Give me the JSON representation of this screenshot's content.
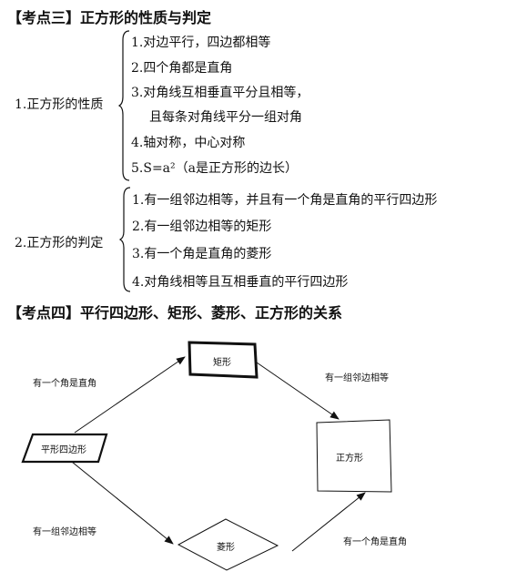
{
  "section3": {
    "heading": "【考点三】正方形的性质与判定",
    "properties": {
      "label": "1.正方形的性质",
      "items": [
        "1.对边平行，四边都相等",
        "2.四个角都是直角",
        "3.对角线互相垂直平分且相等，",
        "且每条对角线平分一组对角",
        "4.轴对称，中心对称",
        "5.S=a²（a是正方形的边长）"
      ]
    },
    "judgement": {
      "label": "2.正方形的判定",
      "items": [
        "1.有一组邻边相等，并且有一个角是直角的平行四边形",
        "2.有一组邻边相等的矩形",
        "3.有一个角是直角的菱形",
        "4.对角线相等且互相垂直的平行四边形"
      ]
    }
  },
  "section4": {
    "heading": "【考点四】平行四边形、矩形、菱形、正方形的关系"
  },
  "diagram": {
    "nodes": {
      "parallelogram": "平形四边形",
      "rectangle": "矩形",
      "rhombus": "菱形",
      "square": "正方形"
    },
    "edges": {
      "para_to_rect": "有一个角是直角",
      "rect_to_square": "有一组邻边相等",
      "para_to_rhombus": "有一组邻边相等",
      "rhombus_to_square": "有一个角是直角"
    }
  }
}
